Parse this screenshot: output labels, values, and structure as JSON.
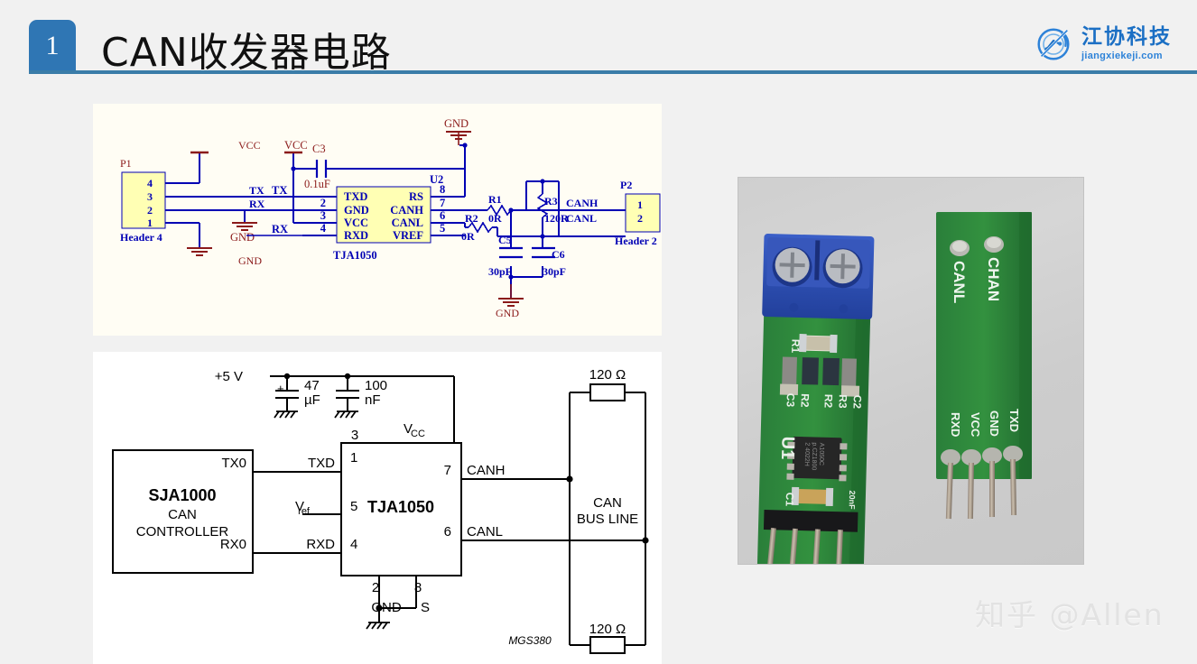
{
  "header": {
    "badge_number": "1",
    "title": "CAN收发器电路",
    "accent_color": "#2f76b4",
    "rule_color": "#3a7ca8"
  },
  "logo": {
    "icon": "circular-transceiver-logo-icon",
    "cn_name": "江协科技",
    "domain": "jiangxiekeji.com",
    "color": "#1b6fc4"
  },
  "schematic": {
    "title": "CAN transceiver schematic",
    "background": "#fffdf4",
    "net_color": "#0000b4",
    "text_color": "#8b1a1a",
    "part_fill": "#ffffb4",
    "connector_p1": {
      "ref": "P1",
      "type": "Header 4",
      "pins": [
        "4",
        "3",
        "2",
        "1"
      ],
      "nets": [
        "VCC",
        "TX",
        "RX",
        "GND"
      ]
    },
    "connector_p2": {
      "ref": "P2",
      "type": "Header 2",
      "pins": [
        "1",
        "2"
      ],
      "nets": [
        "CANH",
        "CANL"
      ]
    },
    "ic_u2": {
      "ref": "U2",
      "part": "TJA1050",
      "left_pins": [
        {
          "num": "",
          "name": "TXD"
        },
        {
          "num": "2",
          "name": "GND"
        },
        {
          "num": "3",
          "name": "VCC"
        },
        {
          "num": "4",
          "name": "RXD"
        }
      ],
      "right_pins": [
        {
          "num": "8",
          "name": "RS"
        },
        {
          "num": "7",
          "name": "CANH"
        },
        {
          "num": "6",
          "name": "CANL"
        },
        {
          "num": "5",
          "name": "VREF"
        }
      ]
    },
    "passives": [
      {
        "ref": "C3",
        "value": "0.1uF"
      },
      {
        "ref": "R1",
        "value": "0R"
      },
      {
        "ref": "R2",
        "value": "0R"
      },
      {
        "ref": "R3",
        "value": "120R"
      },
      {
        "ref": "C5",
        "value": "30pF"
      },
      {
        "ref": "C6",
        "value": "30pF"
      }
    ],
    "power_labels": [
      "VCC",
      "GND",
      "GND",
      "GND"
    ],
    "signal_labels": [
      "TX",
      "RX",
      "CANH",
      "CANL"
    ]
  },
  "block_diagram": {
    "background": "#ffffff",
    "supply_label": "+5 V",
    "caps": [
      {
        "value": "47",
        "unit": "µF",
        "polarized": true
      },
      {
        "value": "100",
        "unit": "nF",
        "polarized": false
      }
    ],
    "controller": {
      "part": "SJA1000",
      "line2": "CAN",
      "line3": "CONTROLLER",
      "pins": [
        "TX0",
        "RX0"
      ]
    },
    "transceiver": {
      "part": "TJA1050",
      "vcc_label": "VCC",
      "vref_label": "Vref",
      "pins": [
        {
          "num": "1",
          "name": "TXD"
        },
        {
          "num": "5",
          "name": "Vref"
        },
        {
          "num": "4",
          "name": "RXD"
        },
        {
          "num": "3",
          "name": "VCC"
        },
        {
          "num": "7",
          "name": "CANH"
        },
        {
          "num": "6",
          "name": "CANL"
        },
        {
          "num": "2",
          "name": "GND"
        },
        {
          "num": "8",
          "name": "S"
        }
      ]
    },
    "bus": {
      "label_line1": "CAN",
      "label_line2": "BUS LINE",
      "terminator_top": "120 Ω",
      "terminator_bottom": "120 Ω"
    },
    "figure_id": "MGS380"
  },
  "photo": {
    "description": "CAN transceiver module, front and back",
    "left_board": {
      "silkscreen": [
        "R1",
        "C3",
        "R2",
        "R2",
        "R3",
        "C2",
        "U1",
        "C1",
        "20nF"
      ],
      "ic_marking": [
        "A1050C",
        "p.CZ1800",
        "2 4022H"
      ],
      "terminal_block_color": "#2b4fb4"
    },
    "right_board": {
      "top_pads": [
        "CANL",
        "CHAN"
      ],
      "bottom_pins": [
        "RXD",
        "VCC",
        "GND",
        "TXD"
      ],
      "pcb_color": "#2e8a3f"
    }
  },
  "watermark": {
    "text": "知乎 @Allen"
  }
}
